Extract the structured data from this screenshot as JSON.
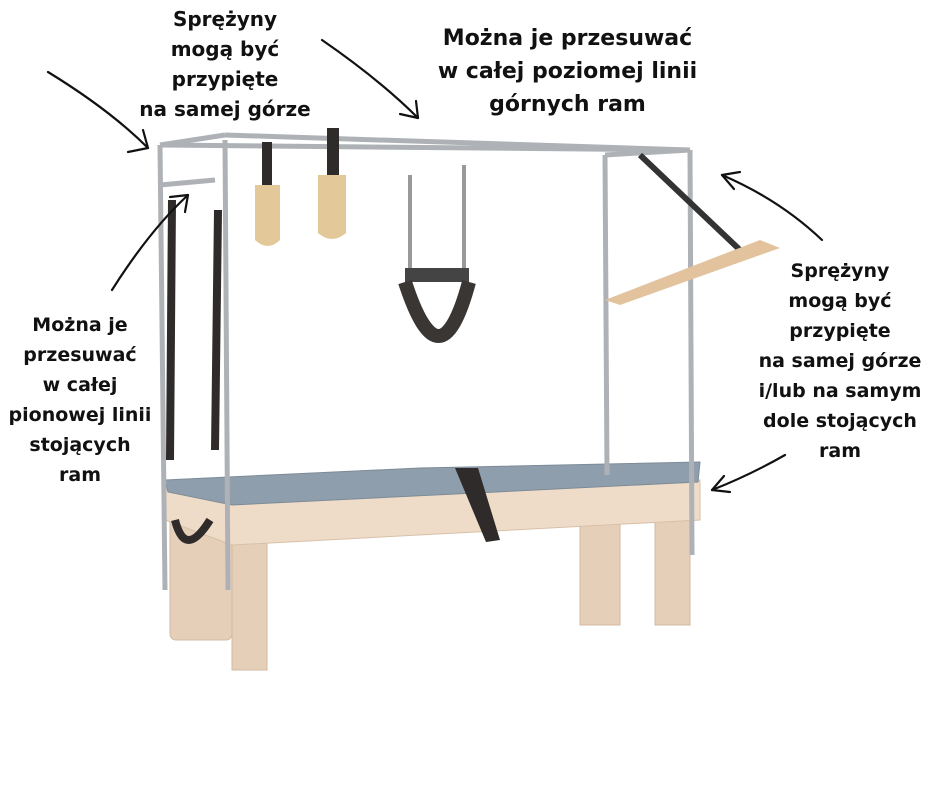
{
  "annotations": {
    "top_left": [
      "Sprężyny",
      "mogą być",
      "przypięte",
      "na samej górze"
    ],
    "top_center": [
      "Można je przesuwać",
      "w całej poziomej linii",
      "górnych ram"
    ],
    "left": [
      "Można je",
      "przesuwać",
      "w całej",
      "pionowej linii",
      "stojących",
      "ram"
    ],
    "right": [
      "Sprężyny",
      "mogą być",
      "przypięte",
      "na samej górze",
      "i/lub na samym",
      "dole stojących",
      "ram"
    ]
  },
  "colors": {
    "frame": "#b9bcc0",
    "mat": "#8e9dab",
    "wood": "#ecd6c1",
    "strap": "#3a3634",
    "text": "#111111"
  }
}
